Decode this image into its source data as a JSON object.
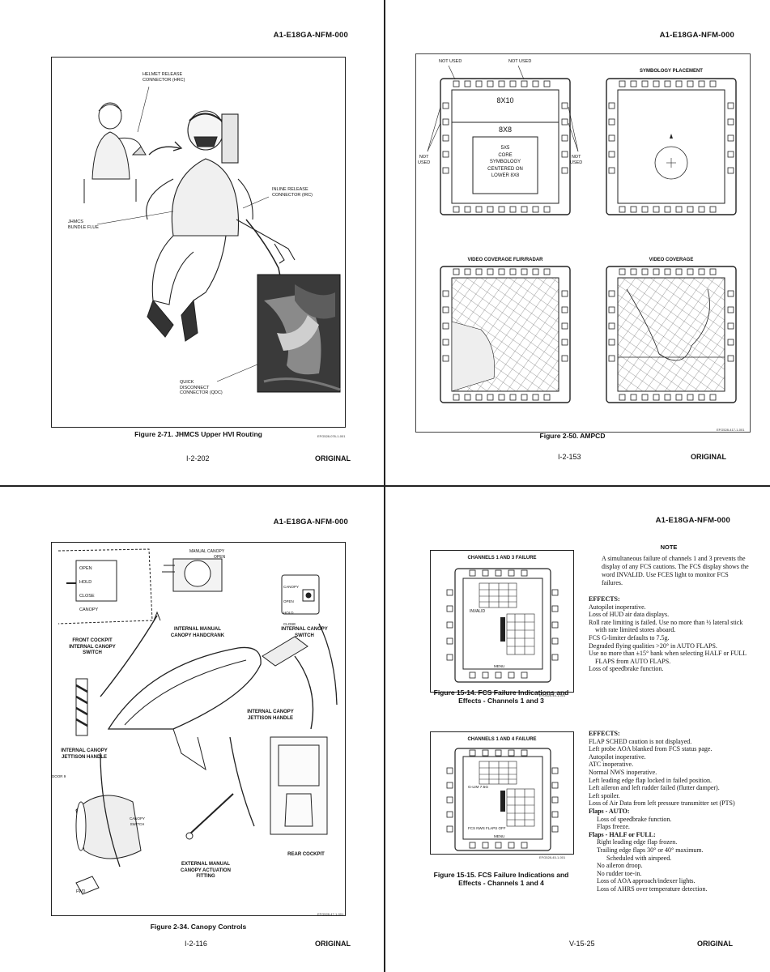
{
  "header_code": "A1-E18GA-NFM-000",
  "tl": {
    "labels": {
      "hrc": "HELMET RELEASE\nCONNECTOR (HRC)",
      "irc": "INLINE RELEASE\nCONNECTOR (IRC)",
      "flue": "JHMCS\nBUNDLE FLUE",
      "qdc": "QUICK\nDISCONNECT\nCONNECTOR (QDC)"
    },
    "caption": "Figure 2-71. JHMCS Upper HVI Routing",
    "code": "EFG528-076-1-001",
    "page": "I-2-202",
    "status": "ORIGINAL"
  },
  "tr": {
    "not_used_1": "NOT USED",
    "not_used_2": "NOT USED",
    "not_used_left": "NOT\nUSED",
    "not_used_right": "NOT\nUSED",
    "box_8x10": "8X10",
    "box_8x8": "8X8",
    "core": "5X5\nCORE\nSYMBOLOGY\nCENTERED ON\nLOWER 8X8",
    "symbology": "SYMBOLOGY PLACEMENT",
    "video_flir": "VIDEO COVERAGE FLIR/RADAR",
    "video": "VIDEO COVERAGE",
    "caption": "Figure 2-50. AMPCD",
    "code": "EFG528-417-1-001",
    "page": "I-2-153",
    "status": "ORIGINAL"
  },
  "bl": {
    "switch_options": [
      "OPEN",
      "HOLD",
      "CLOSE",
      "CANOPY"
    ],
    "front_switch": "FRONT COCKPIT\nINTERNAL CANOPY\nSWITCH",
    "handcrank": "INTERNAL MANUAL\nCANOPY HANDCRANK",
    "manual_canopy": "MANUAL CANOPY",
    "open": "OPEN",
    "canopy_switch": "INTERNAL CANOPY\nSWITCH",
    "sw_options": [
      "CANOPY",
      "OPEN",
      "HOLD",
      "CLOSE"
    ],
    "jettison_r": "INTERNAL CANOPY\nJETTISON HANDLE",
    "jettison_l": "INTERNAL CANOPY\nJETTISON HANDLE",
    "door": "DOOR 9",
    "canopy_sw_small": "CANOPY\nSWITCH",
    "fwd": "FWD",
    "ext_fitting": "EXTERNAL MANUAL\nCANOPY ACTUATION\nFITTING",
    "rear": "REAR COCKPIT",
    "caption": "Figure 2-34. Canopy Controls",
    "code": "EFG528-47-1-001",
    "page": "I-2-116",
    "status": "ORIGINAL"
  },
  "br": {
    "note_title": "NOTE",
    "note_text": "A simultaneous failure of channels 1 and 3 prevents the display of any FCS cautions. The FCS display shows the word INVALID. Use FCES light to monitor FCS failures.",
    "fig1_title": "CHANNELS 1 AND 3 FAILURE",
    "fig1_invalid": "INVALID",
    "fig1_menu": "MENU",
    "fig1_code": "EFG528-44-1-001",
    "fig1_caption": "Figure 15-14. FCS Failure Indications and\nEffects - Channels 1 and 3",
    "effects1_title": "EFFECTS:",
    "effects1": [
      "Autopilot inoperative.",
      "Loss of HUD air data displays.",
      "Roll rate limiting is failed. Use no more than ½ lateral stick with rate limited stores aboard.",
      "FCS G-limiter defaults to 7.5g.",
      "Degraded flying qualities >20° in AUTO FLAPS.",
      "Use no more than ±15° bank when selecting HALF or FULL FLAPS from AUTO FLAPS.",
      "Loss of speedbrake function."
    ],
    "fig2_title": "CHANNELS 1 AND 4 FAILURE",
    "fig2_glim": "G-LIM 7.5G",
    "fig2_nws": "FCS NWS FLAPS OFF",
    "fig2_menu": "MENU",
    "fig2_code": "EFG528-45-1-001",
    "fig2_caption": "Figure 15-15. FCS Failure Indications and\nEffects - Channels 1 and 4",
    "effects2_title": "EFFECTS:",
    "effects2": [
      "FLAP SCHED caution is not displayed.",
      "Left probe AOA blanked from FCS status page.",
      "Autopilot inoperative.",
      "ATC inoperative.",
      "Normal NWS inoperative.",
      "Left leading edge flap locked in failed position.",
      "Left aileron and left rudder failed (flutter damper).",
      "Left spoiler.",
      "Loss of Air Data from left pressure transmitter set (PTS)"
    ],
    "flaps_auto": "Flaps - AUTO:",
    "flaps_auto_items": [
      "Loss of speedbrake function.",
      "Flaps freeze."
    ],
    "flaps_half": "Flaps - HALF or FULL:",
    "flaps_half_items": [
      "Right leading edge flap frozen.",
      "Trailing edge flaps 30° or 40° maximum.",
      "Scheduled with airspeed.",
      "No aileron droop.",
      "No rudder toe-in.",
      "Loss of AOA approach/indexer lights.",
      "Loss of AHRS over temperature detection."
    ],
    "page": "V-15-25",
    "status": "ORIGINAL"
  }
}
